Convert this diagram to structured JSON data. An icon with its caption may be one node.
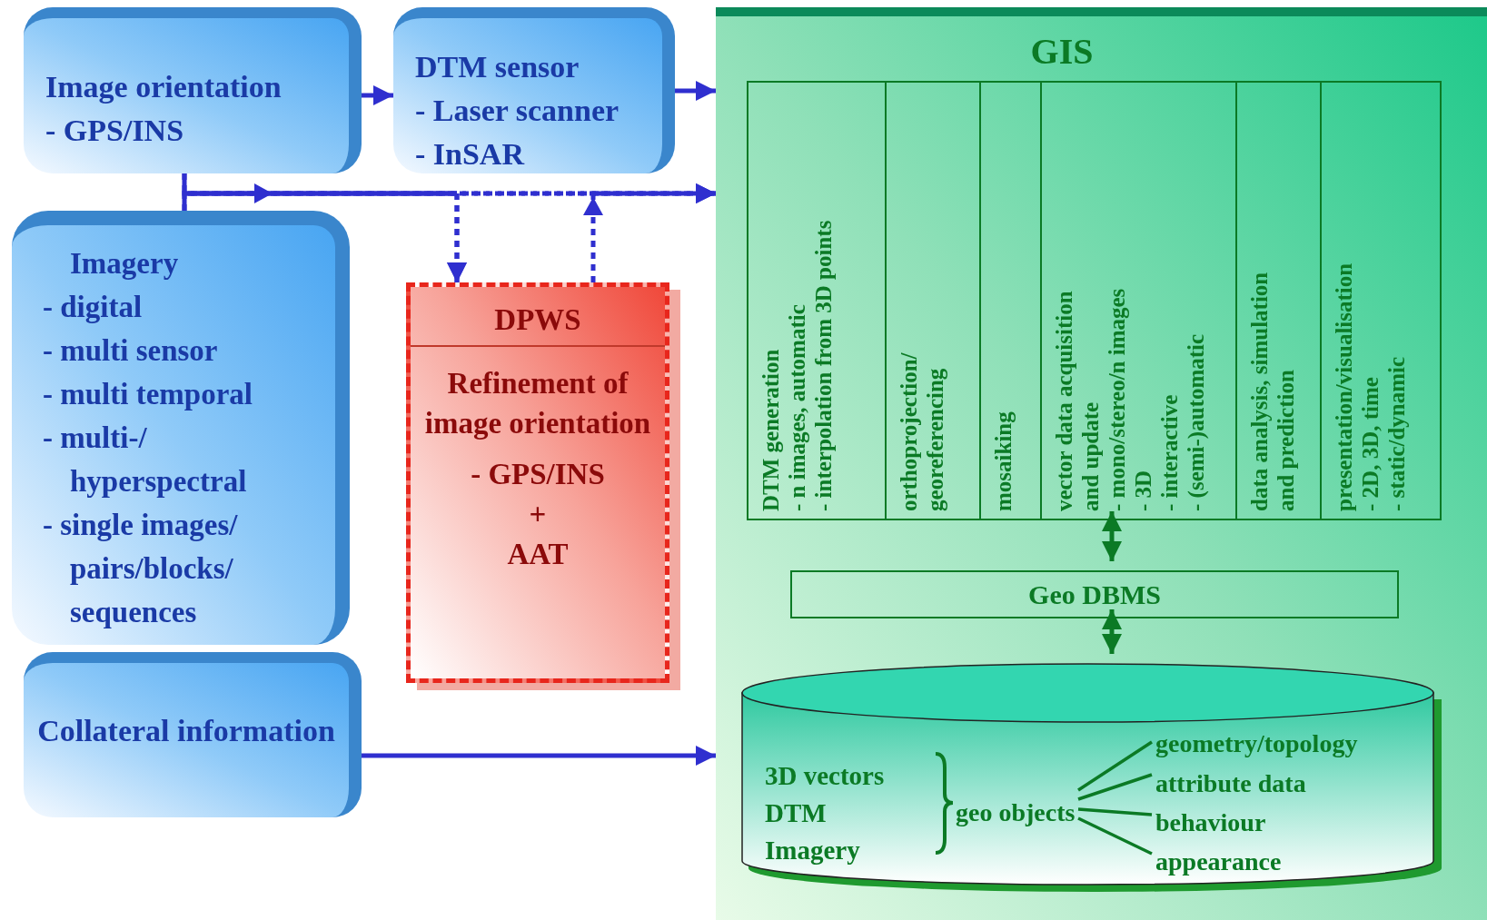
{
  "diagram": {
    "nodes": [
      {
        "text": [
          "Image orientation",
          "- GPS/INS"
        ]
      },
      {
        "text": [
          "DTM sensor",
          "- Laser scanner",
          "- InSAR"
        ]
      },
      {
        "text": [
          "Imagery",
          "- digital",
          "- multi sensor",
          "- multi temporal",
          "- multi-/ hyperspectral",
          "- single images/ pairs/blocks/ sequences"
        ]
      },
      {
        "text": [
          "Collateral information"
        ]
      },
      {
        "text": [
          "DPWS",
          "Refinement of image orientation",
          "- GPS/INS",
          "+",
          "AAT"
        ]
      },
      {
        "text": [
          "GIS"
        ]
      },
      {
        "text": [
          "DTM generation",
          "- n images, automatic",
          "- interpolation from 3D points"
        ],
        "in": 5
      },
      {
        "text": [
          "orthoprojection/",
          "georeferencing"
        ],
        "in": 5
      },
      {
        "text": [
          "mosaiking"
        ],
        "in": 5
      },
      {
        "text": [
          "vector data acquisition",
          "and update",
          "- mono/stereo/n images",
          "- 3D",
          "- interactive",
          "- (semi-)automatic"
        ],
        "in": 5
      },
      {
        "text": [
          "data analysis, simulation",
          "and prediction"
        ],
        "in": 5
      },
      {
        "text": [
          "presentation/visualisation",
          "- 2D, 3D, time",
          "- static/dynamic"
        ],
        "in": 5
      },
      {
        "text": [
          "Geo DBMS"
        ],
        "in": 5
      },
      {
        "text": [],
        "shape": "cylinder",
        "in": 5
      },
      {
        "text": [
          "3D vectors",
          "DTM",
          "Imagery"
        ],
        "in": 13
      },
      {
        "text": [
          "geo objects"
        ],
        "in": 13
      },
      {
        "text": [
          "geometry/topology"
        ],
        "in": 13
      },
      {
        "text": [
          "attribute data"
        ],
        "in": 13
      },
      {
        "text": [
          "behaviour"
        ],
        "in": 13
      },
      {
        "text": [
          "appearance"
        ],
        "in": 13
      }
    ],
    "edges": [
      {
        "from": 0,
        "to": 1,
        "arrow": "to"
      },
      {
        "from": 1,
        "to": 5,
        "arrow": "to"
      },
      {
        "from": 0,
        "to": 5,
        "arrow": "to",
        "style": "dashed"
      },
      {
        "from": 2,
        "to": 5,
        "arrow": "to",
        "style": "dashed"
      },
      {
        "from": 0,
        "to": 4,
        "arrow": "to",
        "style": "dashed"
      },
      {
        "from": 2,
        "to": 4,
        "arrow": "to",
        "style": "dashed"
      },
      {
        "from": 4,
        "to": 5,
        "arrow": "to",
        "style": "dashed"
      },
      {
        "from": 3,
        "to": 5,
        "arrow": "to"
      },
      {
        "from": 9,
        "to": 12,
        "arrow": "both",
        "color": "#0b7a25"
      },
      {
        "from": 12,
        "to": 13,
        "arrow": "both",
        "color": "#0b7a25"
      },
      {
        "from": 15,
        "to": 16,
        "arrow": "none",
        "color": "#0b7a25"
      },
      {
        "from": 15,
        "to": 17,
        "arrow": "none",
        "color": "#0b7a25"
      },
      {
        "from": 15,
        "to": 18,
        "arrow": "none",
        "color": "#0b7a25"
      },
      {
        "from": 15,
        "to": 19,
        "arrow": "none",
        "color": "#0b7a25"
      }
    ]
  }
}
